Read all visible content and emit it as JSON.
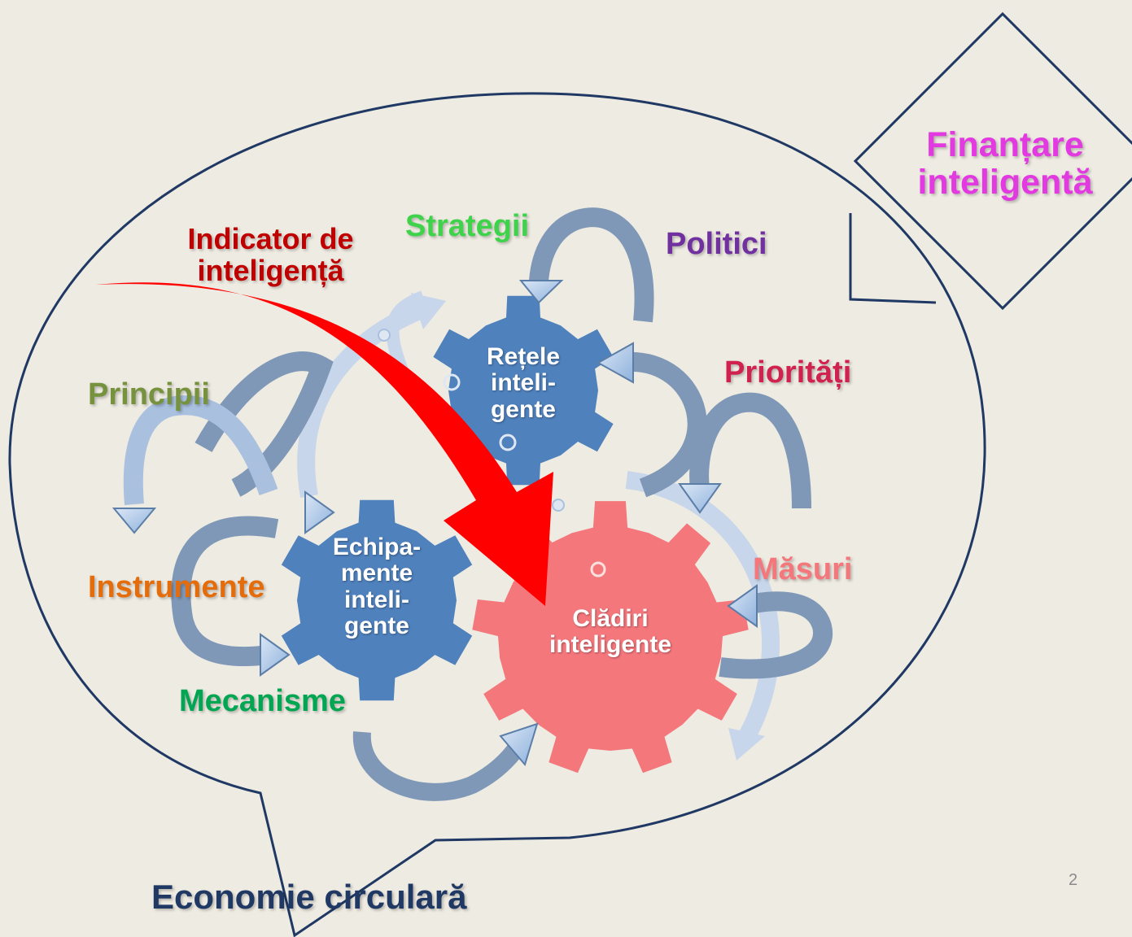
{
  "labels": {
    "finantare": "Finanțare inteligentă",
    "indicator": "Indicator de inteligență",
    "strategii": "Strategii",
    "politici": "Politici",
    "prioritati": "Priorități",
    "principii": "Principii",
    "instrumente": "Instrumente",
    "mecanisme": "Mecanisme",
    "masuri": "Măsuri",
    "economie": "Economie circulară",
    "slide_number": "2"
  },
  "gears": {
    "retele": {
      "line1": "Rețele",
      "line2": "inteli-",
      "line3": "gente"
    },
    "echipamente": {
      "line1": "Echipa-",
      "line2": "mente",
      "line3": "inteli-",
      "line4": "gente"
    },
    "cladiri": {
      "line1": "Clădiri",
      "line2": "inteligente"
    }
  },
  "colors": {
    "background": "#eeebe2",
    "outline": "#1f3864",
    "gear_blue": "#4f81bd",
    "gear_pink": "#f4777c",
    "red_arrow": "#ff0000",
    "finantare": "#e23ae0",
    "indicator": "#c00000",
    "strategii": "#3ed34a",
    "politici": "#7030a0",
    "prioritati": "#d0214f",
    "principii": "#76923c",
    "instrumente": "#e46c0a",
    "mecanisme": "#00a651",
    "masuri": "#f4777c",
    "economie": "#1f3864"
  }
}
